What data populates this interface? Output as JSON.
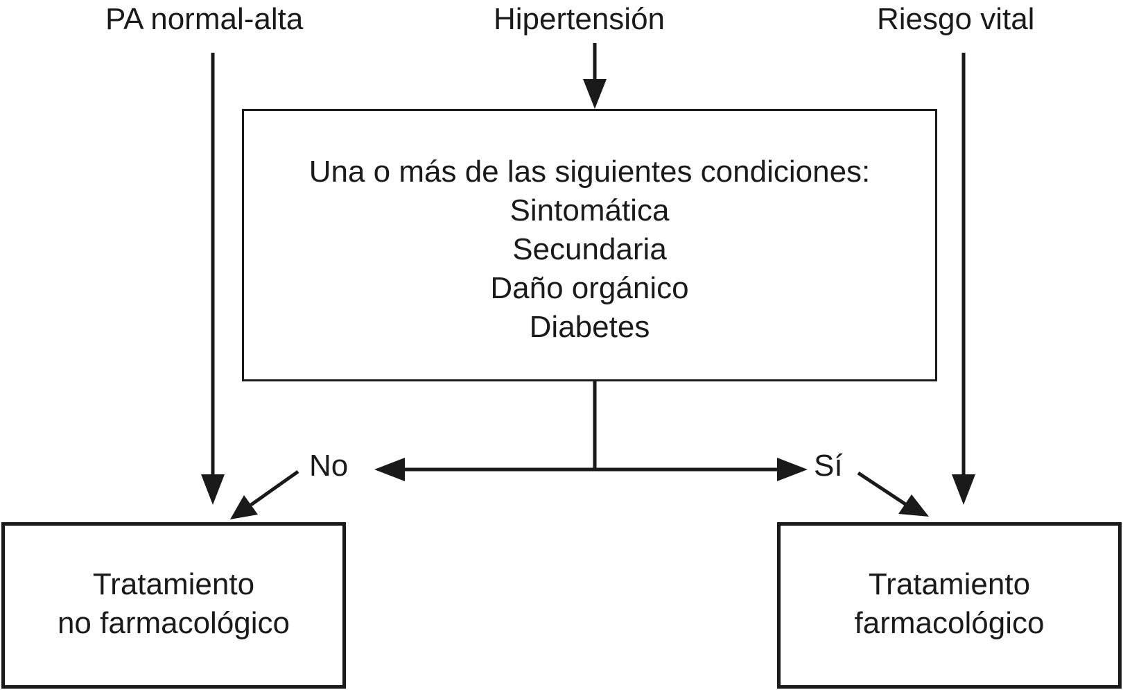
{
  "inputs": {
    "left": "PA normal-alta",
    "middle": "Hipertensión",
    "right": "Riesgo vital"
  },
  "decision_box": {
    "heading": "Una o más de las siguientes condiciones:",
    "conditions": [
      "Sintomática",
      "Secundaria",
      "Daño orgánico",
      "Diabetes"
    ]
  },
  "branches": {
    "no": "No",
    "yes": "Sí"
  },
  "outcomes": {
    "left": {
      "line1": "Tratamiento",
      "line2": "no farmacológico"
    },
    "right": {
      "line1": "Tratamiento",
      "line2": "farmacológico"
    }
  }
}
